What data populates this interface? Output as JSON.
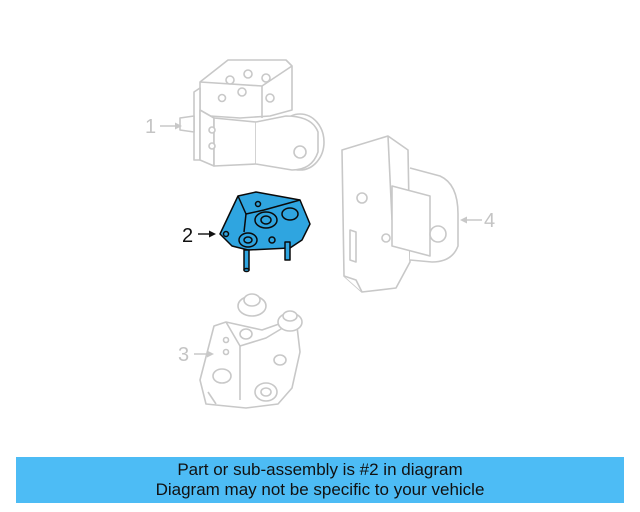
{
  "callouts": {
    "part1": "1",
    "part2": "2",
    "part3": "3",
    "part4": "4"
  },
  "banner": {
    "line1": "Part or sub-assembly is #2 in diagram",
    "line2": "Diagram may not be specific to your vehicle"
  },
  "colors": {
    "highlight_fill": "#2fa5e0",
    "highlight_stroke": "#0a0a0a",
    "faded_stroke": "#c8c8c8",
    "banner_bg": "#4dbcf5"
  }
}
